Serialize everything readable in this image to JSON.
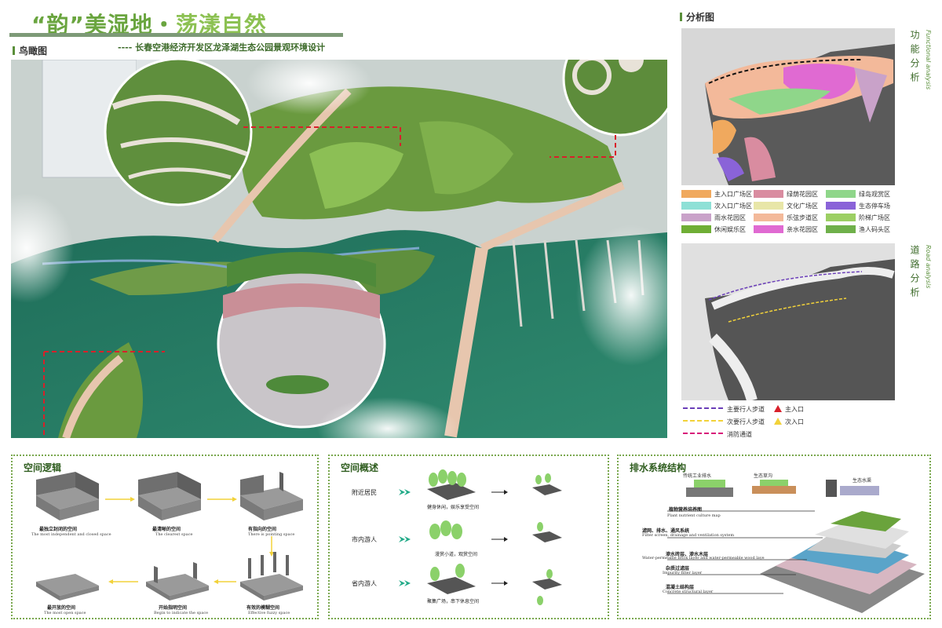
{
  "header": {
    "title_a": "“韵”美湿地・",
    "title_b": "荡漾自然",
    "subtitle": "---- 长春空港经济开发区龙泽湖生态公园景观环境设计"
  },
  "sections": {
    "aerial": "鸟瞰图",
    "analysis": "分析图"
  },
  "functional": {
    "label_cn": "功能分析",
    "label_en": "Functional analysis",
    "legend": [
      {
        "name": "主入口广场区",
        "color": "#f0a95e"
      },
      {
        "name": "绿荫花园区",
        "color": "#d98ca0"
      },
      {
        "name": "绿岛观赏区",
        "color": "#8fd68a"
      },
      {
        "name": "次入口广场区",
        "color": "#8ee0d6"
      },
      {
        "name": "文化广场区",
        "color": "#e8e6a8"
      },
      {
        "name": "生态停车场",
        "color": "#8a63d8"
      },
      {
        "name": "雨水花园区",
        "color": "#c9a2c9"
      },
      {
        "name": "乐弦步道区",
        "color": "#f3b99a"
      },
      {
        "name": "阶梯广场区",
        "color": "#9ccf63"
      },
      {
        "name": "休闲娱乐区",
        "color": "#6fae35"
      },
      {
        "name": "亲水花园区",
        "color": "#e06ad2"
      },
      {
        "name": "渔人码头区",
        "color": "#6fb04a"
      }
    ]
  },
  "road": {
    "label_cn": "道路分析",
    "label_en": "Road analysis",
    "legend": [
      {
        "name": "主要行人步道",
        "color": "#6b3fb8"
      },
      {
        "name": "次要行人步道",
        "color": "#f2d23a"
      },
      {
        "name": "消防通道",
        "color": "#d81b7a"
      },
      {
        "name": "主入口",
        "color": "#d8202a"
      },
      {
        "name": "次入口",
        "color": "#f2d23a"
      }
    ]
  },
  "space_logic": {
    "title": "空间逻辑",
    "items": [
      {
        "cn": "最独立封闭的空间",
        "en": "The most independent and closed space"
      },
      {
        "cn": "最清晰的空间",
        "en": "The clearest space"
      },
      {
        "cn": "有指向的空间",
        "en": "There is pointing space"
      },
      {
        "cn": "最开放的空间",
        "en": "The most open space"
      },
      {
        "cn": "开始指明空间",
        "en": "Begin to indicate the space"
      },
      {
        "cn": "有效的模糊空间",
        "en": "Effective fuzzy space"
      }
    ]
  },
  "space_overview": {
    "title": "空间概述",
    "rows": [
      {
        "label": "附近居民",
        "caption": "健身休闲，娱乐享受空间"
      },
      {
        "label": "市内游人",
        "caption": "漫赏小道，观赏空间"
      },
      {
        "label": "省内游人",
        "caption": "聚集广场，串下休息空间"
      }
    ]
  },
  "drainage": {
    "title": "排水系统结构",
    "top_labels": [
      "传统工业排水",
      "生态草沟",
      "生态水渠"
    ],
    "layers": [
      {
        "cn": "植物营养培养图",
        "en": "Plant nutrient culture map"
      },
      {
        "cn": "滤网、排水、通风系统",
        "en": "Filter screen, drainage and ventilation system"
      },
      {
        "cn": "渗水砖层、渗水木层",
        "en": "Water-permeable brick layer and water-permeable wood laye"
      },
      {
        "cn": "杂质过滤层",
        "en": "Impurity filter layer"
      },
      {
        "cn": "混凝土结构层",
        "en": "Concrete structural layer"
      }
    ]
  }
}
